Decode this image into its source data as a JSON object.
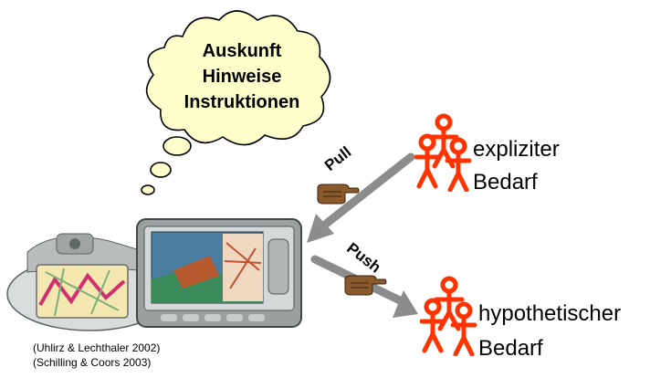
{
  "cloud": {
    "lines": [
      "Auskunft",
      "Hinweise",
      "Instruktionen"
    ]
  },
  "arrows": {
    "pull_label": "Pull",
    "push_label": "Push"
  },
  "groups": {
    "explicit": {
      "line1": "expliziter",
      "line2": "Bedarf"
    },
    "hypothetical": {
      "line1": "hypothetischer",
      "line2": "Bedarf"
    }
  },
  "citations": [
    "(Uhlirz & Lechthaler  2002)",
    "(Schilling & Coors 2003)"
  ],
  "colors": {
    "cloud_fill": "#ffffcc",
    "arrow": "#8c8c8c",
    "people": "#ff3300",
    "hand": "#8b5a2b"
  }
}
